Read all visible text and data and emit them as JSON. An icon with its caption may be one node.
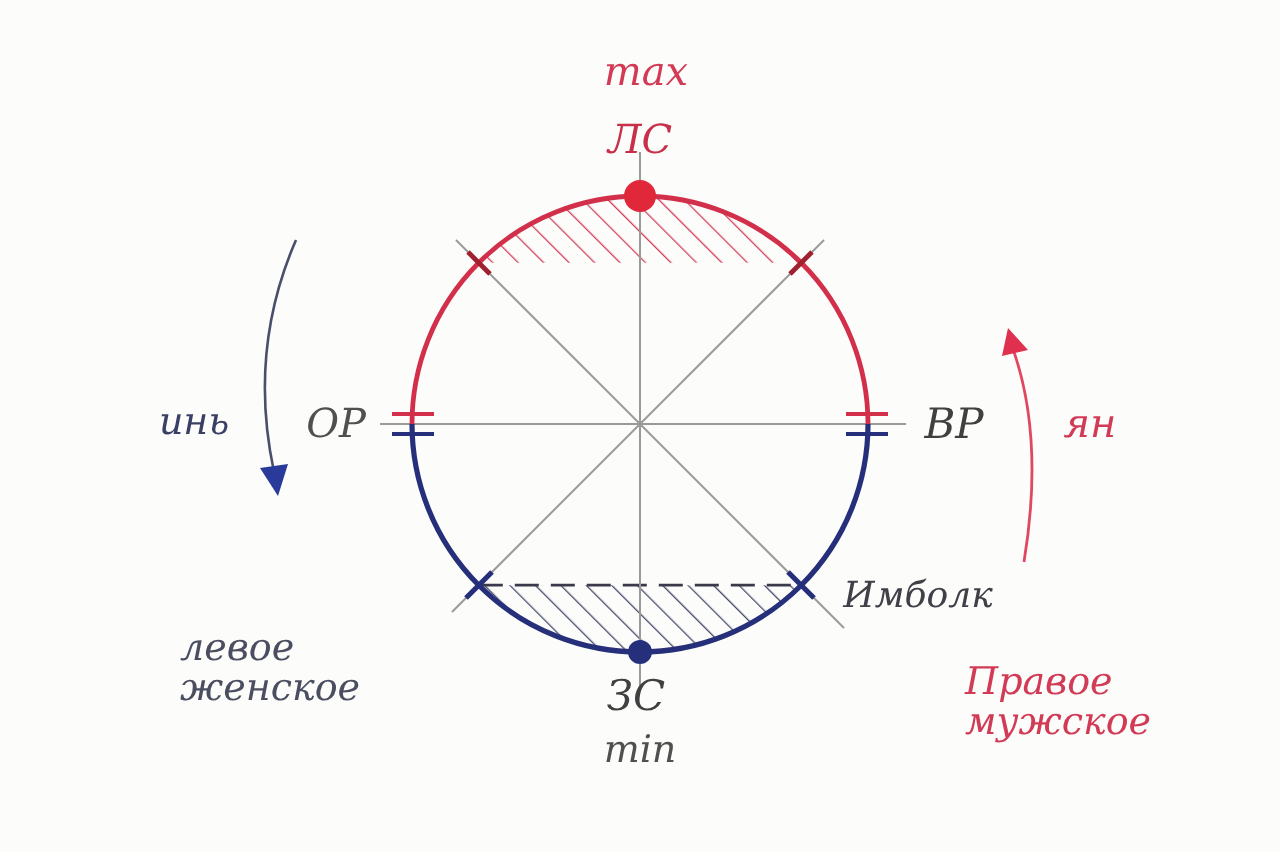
{
  "diagram": {
    "labels": [
      "max",
      "ЛС",
      "инь",
      "ОР",
      "ВР",
      "ян",
      "Имболк",
      "левое женское",
      "ЗС",
      "min",
      "Правое мужское"
    ]
  }
}
